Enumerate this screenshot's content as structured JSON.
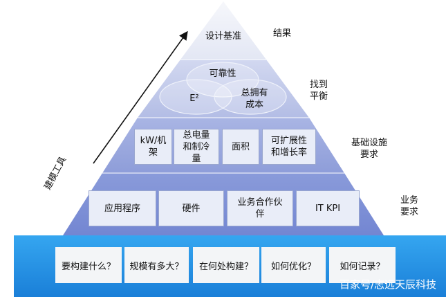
{
  "colors": {
    "bottom_band": "#1b8fe3",
    "tier_top": "#eceff8",
    "tier_mid": "#b9c3e6",
    "tier_low": "#95a4dc",
    "tier_base": "#7f91d6"
  },
  "pyramid": {
    "top": "设计基准",
    "balance": {
      "reliability": "可靠性",
      "e2": "E²",
      "tco_line1": "总拥有",
      "tco_line2": "成本"
    },
    "infrastructure": [
      {
        "line1": "kW/机",
        "line2": "架"
      },
      {
        "line1": "总电量",
        "line2": "和制冷",
        "line3": "量"
      },
      {
        "line1": "面积"
      },
      {
        "line1": "可扩展性",
        "line2": "和增长率"
      }
    ],
    "business": [
      {
        "line1": "应用程序"
      },
      {
        "line1": "硬件"
      },
      {
        "line1": "业务合作伙",
        "line2": "伴"
      },
      {
        "line1": "IT KPI"
      }
    ]
  },
  "questions": [
    "要构建什么？",
    "规模有多大？",
    "在何处构建？",
    "如何优化？",
    "如何记录？"
  ],
  "side_labels": {
    "result": "结果",
    "balance_line1": "找到",
    "balance_line2": "平衡",
    "infra_line1": "基础设施",
    "infra_line2": "要求",
    "biz_line1": "业务",
    "biz_line2": "要求"
  },
  "axis_label": "建模工具",
  "watermark": "百家号/志远天辰科技"
}
